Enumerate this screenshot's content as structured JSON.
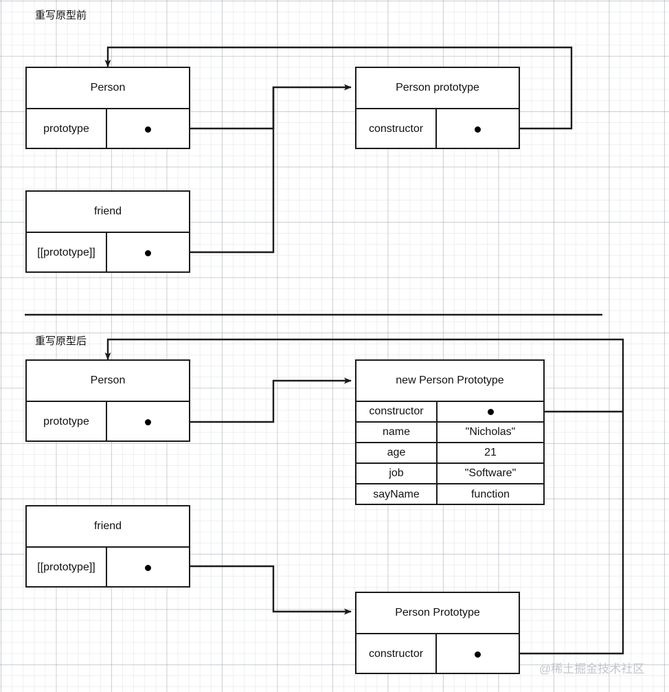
{
  "diagram": {
    "title_before": "重写原型前",
    "title_after": "重写原型后",
    "watermark": "@稀土掘金技术社区",
    "colors": {
      "stroke": "#1b1b1b",
      "grid_minor": "rgba(120,130,140,0.13)",
      "grid_major": "rgba(120,130,140,0.30)",
      "background": "#ffffff",
      "text": "#111111",
      "watermark": "#c3c6cb"
    }
  },
  "section_before": {
    "label": "重写原型前",
    "nodes": {
      "person": {
        "title": "Person",
        "rows": [
          {
            "key": "prototype",
            "value": "",
            "value_is_dot": true
          }
        ]
      },
      "person_prototype": {
        "title": "Person prototype",
        "rows": [
          {
            "key": "constructor",
            "value": "",
            "value_is_dot": true
          }
        ]
      },
      "friend": {
        "title": "friend",
        "rows": [
          {
            "key": "[[prototype]]",
            "value": "",
            "value_is_dot": true
          }
        ]
      }
    },
    "edges": [
      {
        "from": "person.prototype",
        "to": "person_prototype",
        "kind": "arrow"
      },
      {
        "from": "friend.[[prototype]]",
        "to": "person_prototype",
        "kind": "arrow"
      },
      {
        "from": "person_prototype.constructor",
        "to": "person",
        "kind": "arrow"
      }
    ]
  },
  "section_after": {
    "label": "重写原型后",
    "nodes": {
      "person": {
        "title": "Person",
        "rows": [
          {
            "key": "prototype",
            "value": "",
            "value_is_dot": true
          }
        ]
      },
      "new_person_prototype": {
        "title": "new Person Prototype",
        "rows": [
          {
            "key": "constructor",
            "value": "",
            "value_is_dot": true
          },
          {
            "key": "name",
            "value": "\"Nicholas\"",
            "value_is_dot": false
          },
          {
            "key": "age",
            "value": "21",
            "value_is_dot": false
          },
          {
            "key": "job",
            "value": "\"Software\"",
            "value_is_dot": false
          },
          {
            "key": "sayName",
            "value": "function",
            "value_is_dot": false
          }
        ]
      },
      "friend": {
        "title": "friend",
        "rows": [
          {
            "key": "[[prototype]]",
            "value": "",
            "value_is_dot": true
          }
        ]
      },
      "person_prototype": {
        "title": "Person Prototype",
        "rows": [
          {
            "key": "constructor",
            "value": "",
            "value_is_dot": true
          }
        ]
      }
    },
    "edges": [
      {
        "from": "person.prototype",
        "to": "new_person_prototype",
        "kind": "arrow"
      },
      {
        "from": "friend.[[prototype]]",
        "to": "person_prototype",
        "kind": "arrow"
      },
      {
        "from": "person_prototype.constructor",
        "to": "person",
        "kind": "arrow"
      },
      {
        "from": "new_person_prototype.constructor",
        "to": "person",
        "kind": "line"
      }
    ]
  }
}
